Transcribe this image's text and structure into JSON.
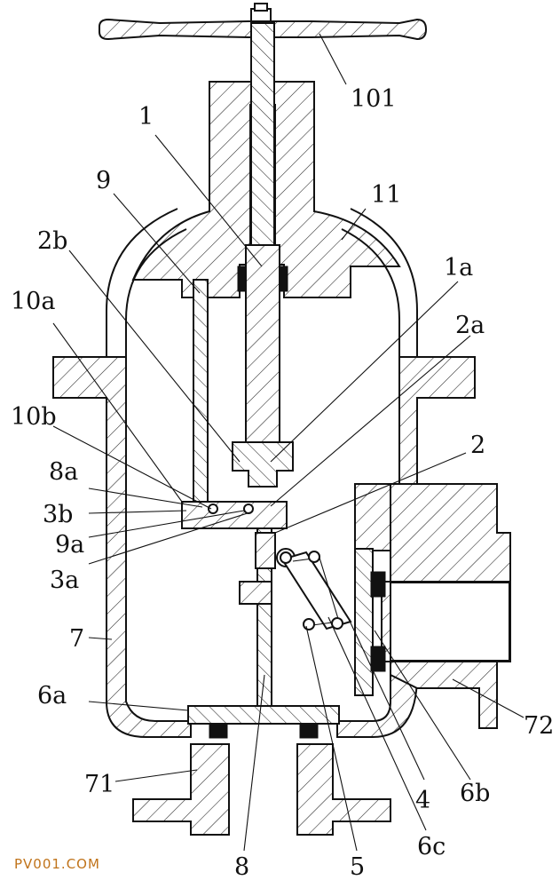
{
  "labels": {
    "l101": "101",
    "l1": "1",
    "l9": "9",
    "l11": "11",
    "l2b": "2b",
    "l1a": "1a",
    "l10a": "10a",
    "l2a": "2a",
    "l10b": "10b",
    "l2": "2",
    "l8a": "8a",
    "l3b": "3b",
    "l9a": "9a",
    "l3a": "3a",
    "l7": "7",
    "l6a": "6a",
    "l72": "72",
    "l71": "71",
    "l4": "4",
    "l6b": "6b",
    "l8": "8",
    "l5": "5",
    "l6c": "6c"
  },
  "watermark": "PV001.COM"
}
